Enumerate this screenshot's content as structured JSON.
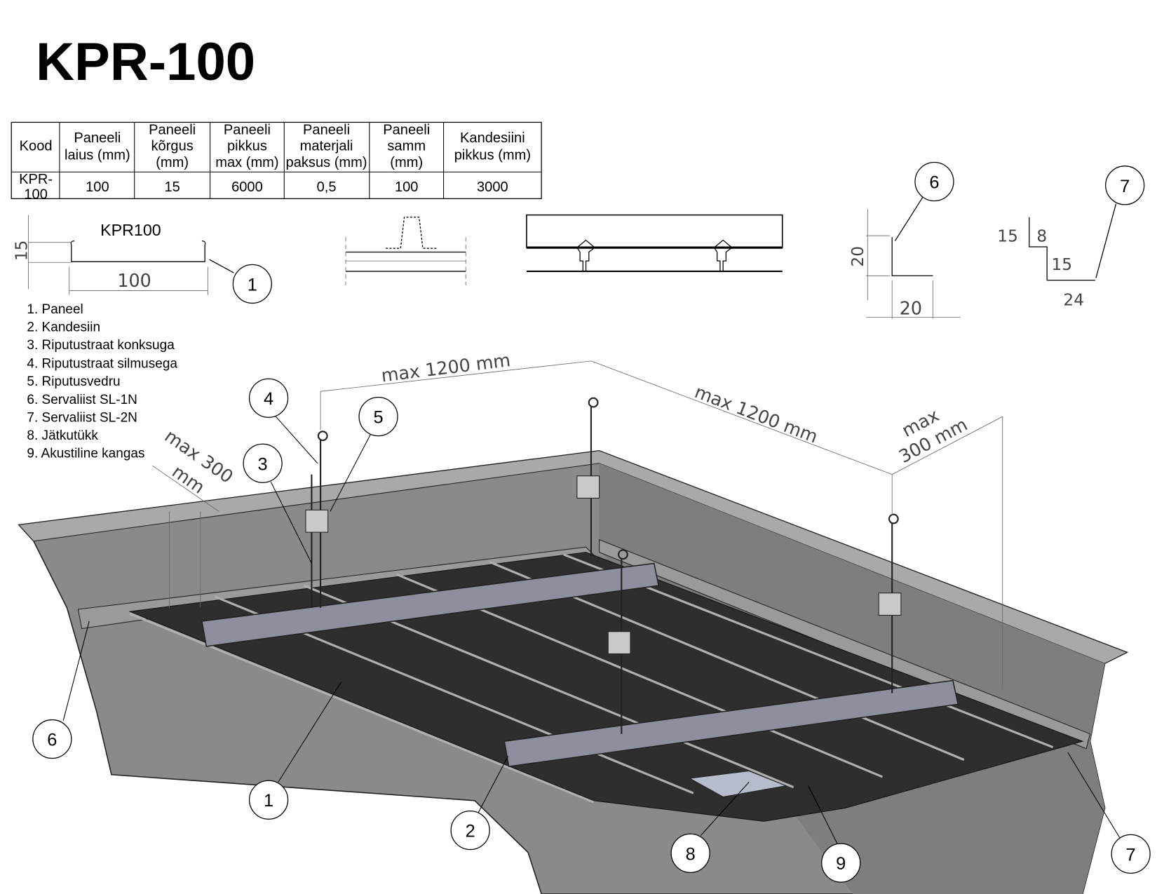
{
  "title": "KPR-100",
  "table": {
    "headers": [
      [
        "Kood"
      ],
      [
        "Paneeli",
        "laius (mm)"
      ],
      [
        "Paneeli",
        "kõrgus",
        "(mm)"
      ],
      [
        "Paneeli",
        "pikkus",
        "max (mm)"
      ],
      [
        "Paneeli",
        "materjali",
        "paksus (mm)"
      ],
      [
        "Paneeli",
        "samm",
        "(mm)"
      ],
      [
        "Kandesiini",
        "pikkus (mm)"
      ]
    ],
    "row": [
      [
        "KPR-",
        "100"
      ],
      [
        "100"
      ],
      [
        "15"
      ],
      [
        "6000"
      ],
      [
        "0,5"
      ],
      [
        "100"
      ],
      [
        "3000"
      ]
    ]
  },
  "profile": {
    "name": "KPR100",
    "height": "15",
    "width": "100"
  },
  "legend": [
    "1. Paneel",
    "2. Kandesiin",
    "3. Riputustraat konksuga",
    "4. Riputustraat silmusega",
    "5. Riputusvedru",
    "6. Servaliist SL-1N",
    "7. Servaliist SL-2N",
    "8. Jätkutükk",
    "9. Akustiline kangas"
  ],
  "sl1n": {
    "height": "20",
    "width": "20"
  },
  "sl2n": {
    "a": "15",
    "b": "8",
    "c": "15",
    "d": "24"
  },
  "dimensions": {
    "span1": "max 1200 mm",
    "span2": "max 1200 mm",
    "edge_right_1": "max",
    "edge_right_2": "300 mm",
    "edge_left_1": "max 300",
    "edge_left_2": "mm"
  },
  "callouts": {
    "profile_1": "1",
    "detail_6": "6",
    "detail_7": "7",
    "c4": "4",
    "c5": "5",
    "c3": "3",
    "c6": "6",
    "c1": "1",
    "c2": "2",
    "c8": "8",
    "c9": "9",
    "c7": "7"
  },
  "colors": {
    "wall": "#8a8a8a",
    "wall_top": "#a9a9a9",
    "panel": "#2e2e2e",
    "carrier": "#8d8f9e"
  }
}
